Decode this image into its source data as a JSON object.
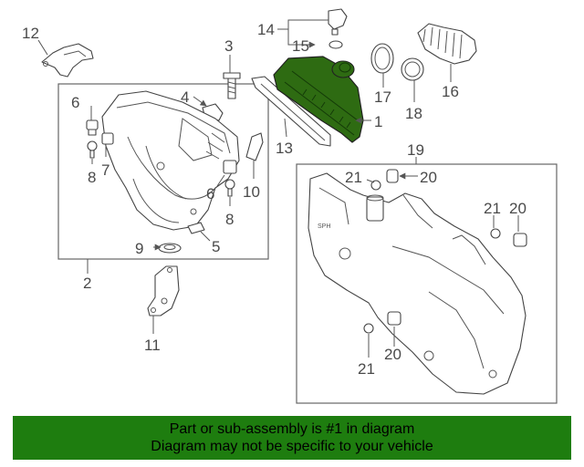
{
  "diagram": {
    "labels": {
      "l1": "1",
      "l2": "2",
      "l3": "3",
      "l4": "4",
      "l5": "5",
      "l6a": "6",
      "l6b": "6",
      "l7": "7",
      "l8a": "8",
      "l8b": "8",
      "l9": "9",
      "l10": "10",
      "l11": "11",
      "l12": "12",
      "l13": "13",
      "l14": "14",
      "l15": "15",
      "l16": "16",
      "l17": "17",
      "l18": "18",
      "l19": "19",
      "l20a": "20",
      "l20b": "20",
      "l20c": "20",
      "l21a": "21",
      "l21b": "21",
      "l21c": "21"
    },
    "colors": {
      "highlight": "#2e6b12",
      "banner": "#1e7d0f"
    }
  },
  "banner": {
    "line1": "Part or sub-assembly is #1 in diagram",
    "line2": "Diagram may not be specific to your vehicle"
  }
}
